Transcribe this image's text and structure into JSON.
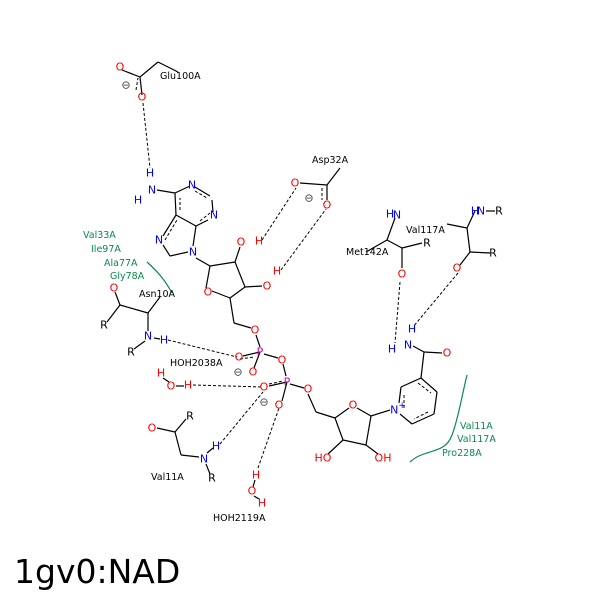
{
  "title": "1gv0:NAD",
  "symbols": {
    "O": "O",
    "N": "N",
    "H": "H",
    "P": "P",
    "R": "R",
    "HO": "HO",
    "OH": "OH",
    "Nplus": "N+",
    "minus": "⊖"
  },
  "residues": {
    "glu100a": "Glu100A",
    "asp32a": "Asp32A",
    "met142a": "Met142A",
    "val117a": "Val117A",
    "asn10a": "Asn10A",
    "hoh2038a": "HOH2038A",
    "val11a": "Val11A",
    "hoh2119a": "HOH2119A"
  },
  "hydrophobic": {
    "left": [
      "Val33A",
      "Ile97A",
      "Ala77A",
      "Gly78A"
    ],
    "right": [
      "Val11A",
      "Val117A",
      "Pro228A"
    ]
  },
  "colors": {
    "O": "#ff0000",
    "N": "#0000ff",
    "P": "#cc00aa",
    "C": "#000000",
    "hydrophobic": "#0a8a4a",
    "minus": "#444444"
  }
}
